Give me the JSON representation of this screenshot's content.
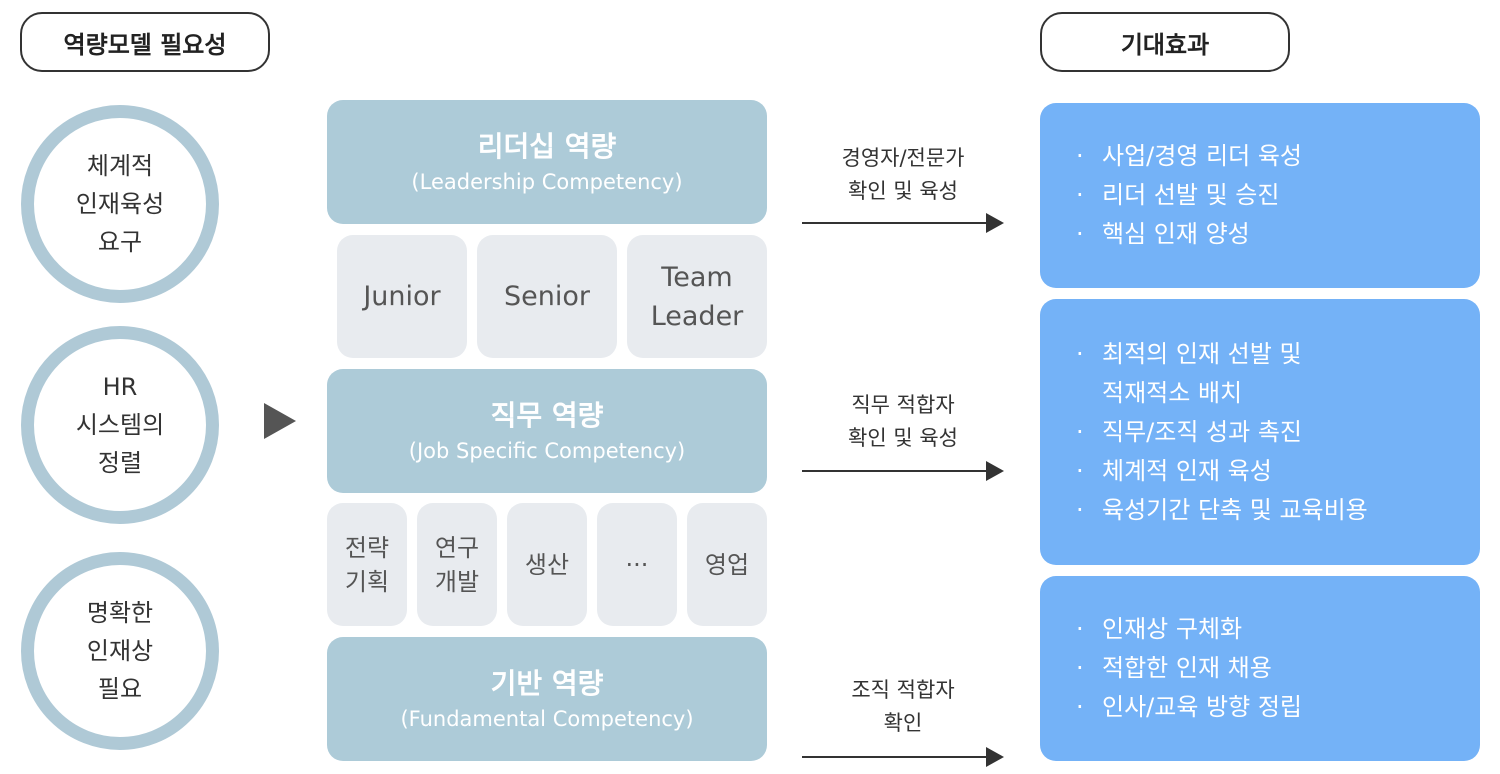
{
  "headers": {
    "left": "역량모델 필요성",
    "right": "기대효과"
  },
  "circles": [
    [
      "체계적",
      "인재육성",
      "요구"
    ],
    [
      "HR",
      "시스템의",
      "정렬"
    ],
    [
      "명확한",
      "인재상",
      "필요"
    ]
  ],
  "competency": {
    "leadership": {
      "title": "리더십 역량",
      "subtitle": "(Leadership Competency)"
    },
    "levels": [
      "Junior",
      "Senior",
      "Team\nLeader"
    ],
    "job": {
      "title": "직무 역량",
      "subtitle": "(Job Specific Competency)"
    },
    "functions": [
      "전략\n기획",
      "연구\n개발",
      "생산",
      "···",
      "영업"
    ],
    "fundamental": {
      "title": "기반 역량",
      "subtitle": "(Fundamental Competency)"
    }
  },
  "arrows": [
    [
      "경영자/전문가",
      "확인 및 육성"
    ],
    [
      "직무 적합자",
      "확인 및 육성"
    ],
    [
      "조직 적합자",
      "확인"
    ]
  ],
  "effects": [
    [
      [
        "사업/경영 리더 육성"
      ],
      [
        "리더 선발 및 승진"
      ],
      [
        "핵심 인재 양성"
      ]
    ],
    [
      [
        "최적의 인재 선발 및",
        "적재적소 배치"
      ],
      [
        "직무/조직 성과 촉진"
      ],
      [
        "체계적 인재 육성"
      ],
      [
        "육성기간 단축 및 교육비용"
      ]
    ],
    [
      [
        "인재상 구체화"
      ],
      [
        "적합한 인재 채용"
      ],
      [
        "인사/교육 방향 정립"
      ]
    ]
  ],
  "bullet": "·",
  "colors": {
    "circle_ring": "#afc9d6",
    "bar": "#adcbd8",
    "gray_box": "#e8ebef",
    "effect_box": "#74b2f7",
    "ink": "#333333"
  }
}
